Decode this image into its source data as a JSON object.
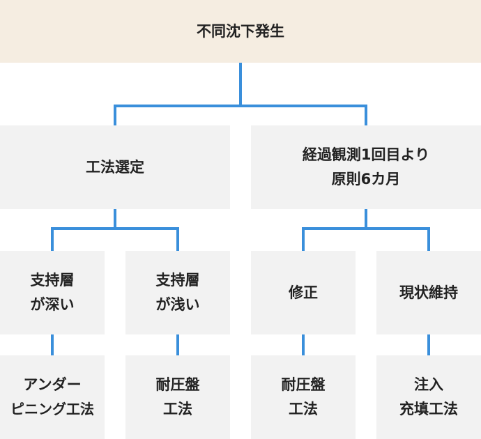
{
  "colors": {
    "root_bg": "#f5ede1",
    "node_bg": "#f2f2f2",
    "connector": "#3a8fdb",
    "text": "#222222"
  },
  "root": {
    "label": "不同沈下発生"
  },
  "level1": [
    {
      "lines": [
        "工法選定"
      ]
    },
    {
      "lines": [
        "経過観測1回目より",
        "原則6カ月"
      ]
    }
  ],
  "level2": [
    {
      "lines": [
        "支持層",
        "が深い"
      ]
    },
    {
      "lines": [
        "支持層",
        "が浅い"
      ]
    },
    {
      "lines": [
        "修正"
      ]
    },
    {
      "lines": [
        "現状維持"
      ]
    }
  ],
  "level3": [
    {
      "lines": [
        "アンダー",
        "ピニング工法"
      ]
    },
    {
      "lines": [
        "耐圧盤",
        "工法"
      ]
    },
    {
      "lines": [
        "耐圧盤",
        "工法"
      ]
    },
    {
      "lines": [
        "注入",
        "充填工法"
      ]
    }
  ]
}
